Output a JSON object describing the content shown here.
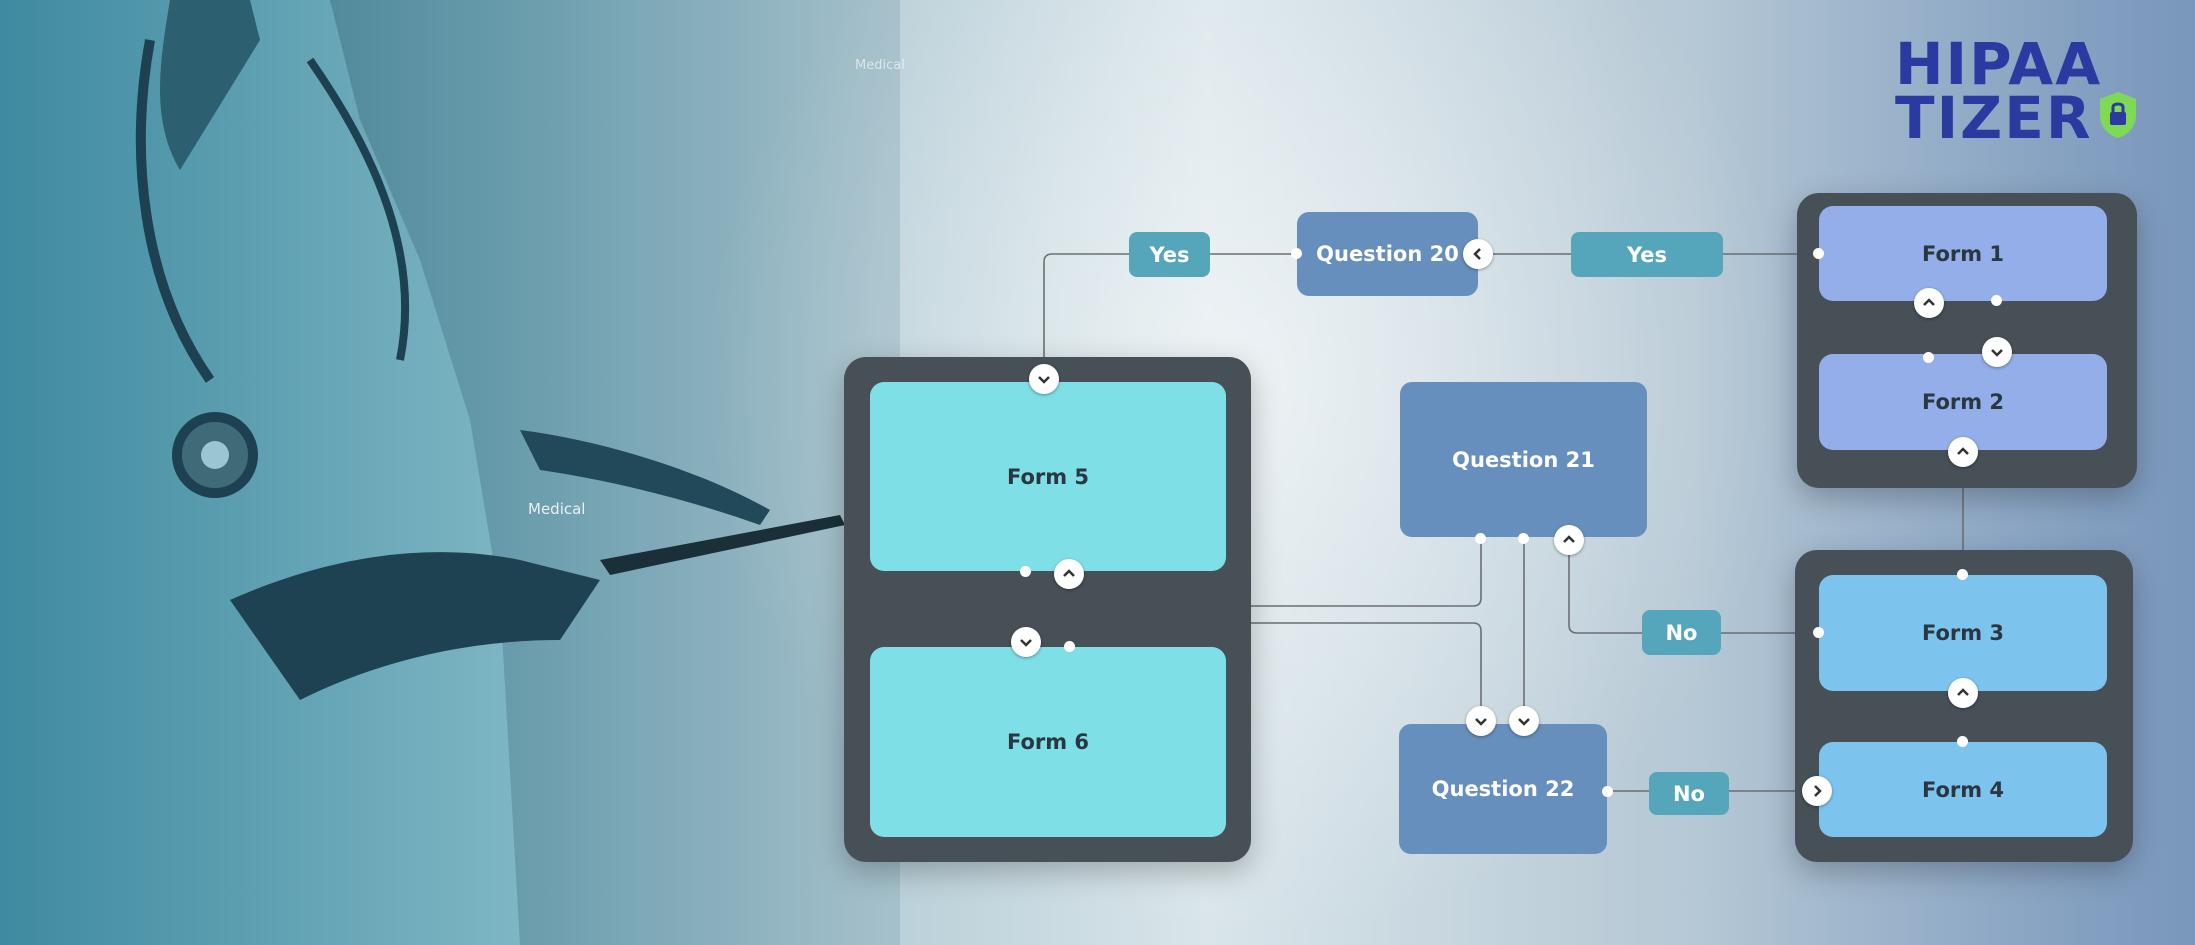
{
  "logo": {
    "line1": "HIPAA",
    "line2": "TIZER"
  },
  "background": {
    "medical_label": "Medical",
    "medical_label_small": "Medical"
  },
  "nodes": {
    "form1": "Form 1",
    "form2": "Form 2",
    "form3": "Form 3",
    "form4": "Form 4",
    "form5": "Form 5",
    "form6": "Form 6",
    "q20": "Question 20",
    "q21": "Question 21",
    "q22": "Question 22"
  },
  "edges": {
    "yes_left": "Yes",
    "yes_right": "Yes",
    "no_upper": "No",
    "no_lower": "No"
  },
  "colors": {
    "panel": "#474f57",
    "form_cyan": "#7fdfe6",
    "form_lavender": "#94aee9",
    "form_sky": "#7cc4ee",
    "question": "#678fbe",
    "pill": "#56a6bb",
    "logo_blue": "#2b3aa0",
    "logo_green": "#7ed957"
  }
}
